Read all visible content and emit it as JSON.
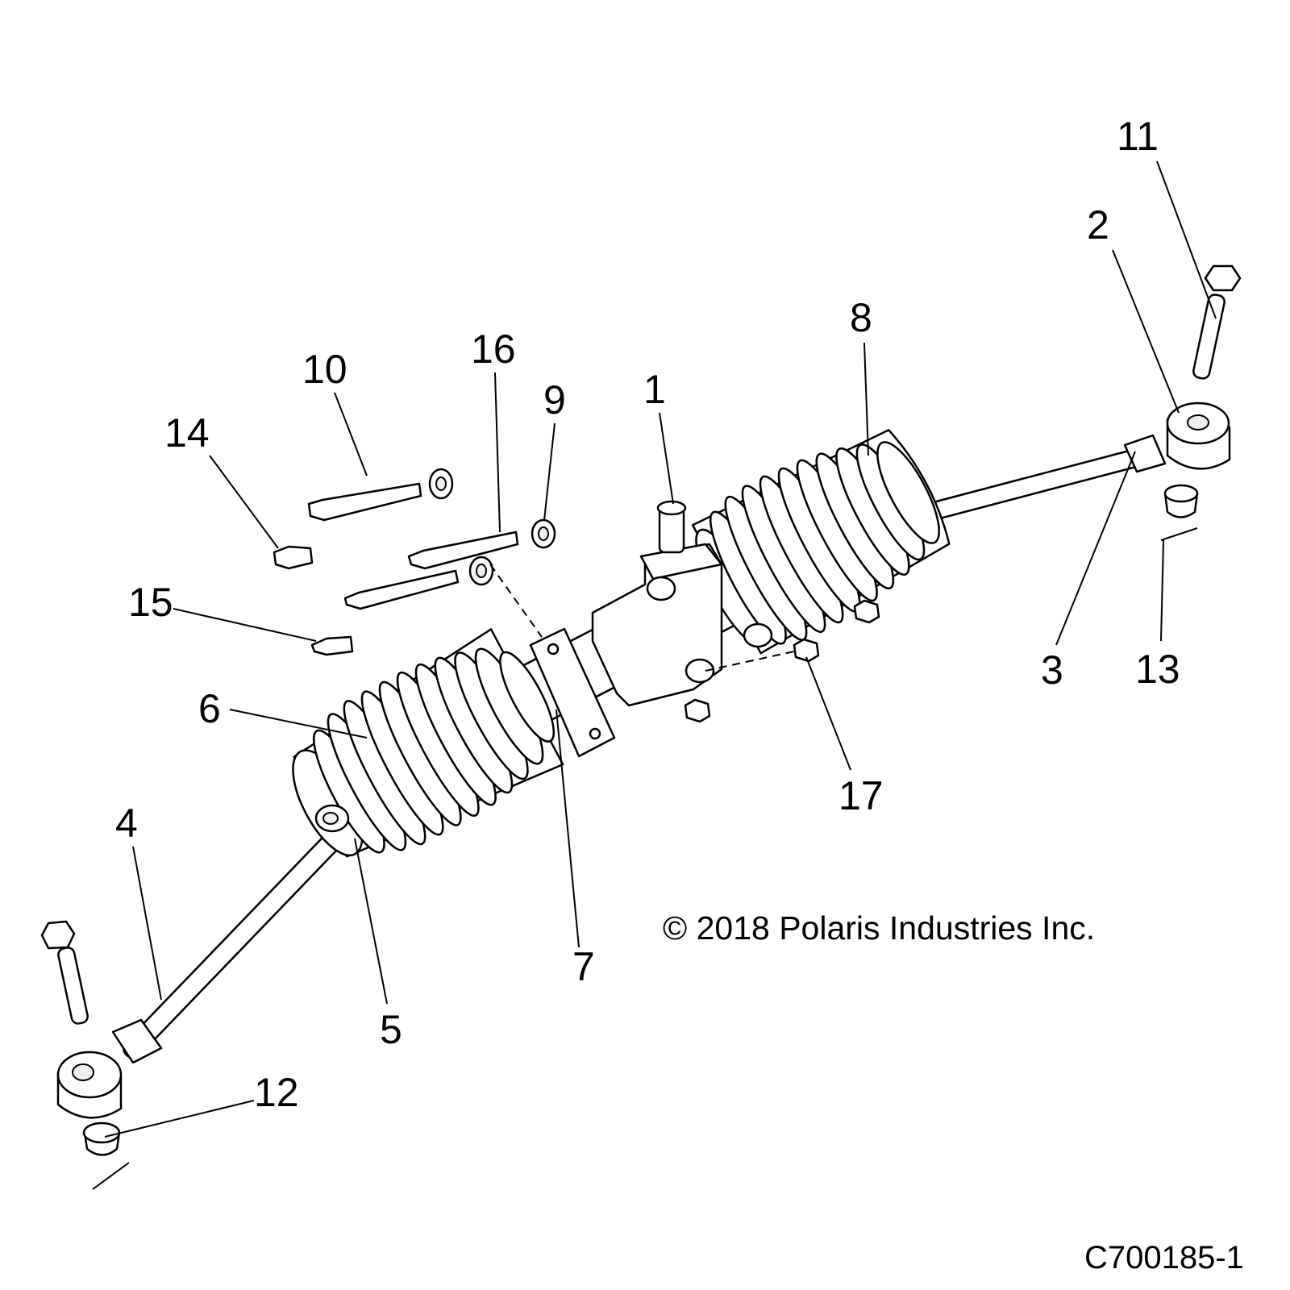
{
  "callouts": [
    "1",
    "2",
    "3",
    "4",
    "5",
    "6",
    "7",
    "8",
    "9",
    "10",
    "11",
    "12",
    "13",
    "14",
    "15",
    "16",
    "17"
  ],
  "copyright": "© 2018 Polaris Industries Inc.",
  "figure_id": "C700185-1"
}
